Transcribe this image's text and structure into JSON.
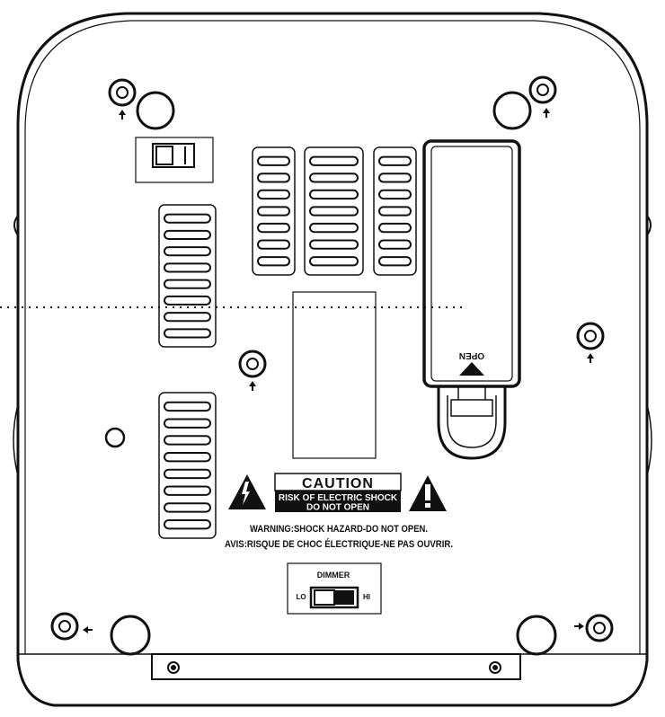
{
  "caution": {
    "title": "CAUTION",
    "line1": "RISK OF ELECTRIC SHOCK",
    "line2": "DO NOT OPEN"
  },
  "warning_en": "WARNING:SHOCK HAZARD-DO NOT OPEN.",
  "warning_fr": "AVIS:RISQUE DE CHOC ÉLECTRIQUE-NE PAS OUVRIR.",
  "dimmer": {
    "label": "DIMMER",
    "low": "LO",
    "high": "HI"
  },
  "battery_door": {
    "open_label": "OPEN"
  },
  "icons": [
    "shock-hazard-icon",
    "exclamation-warning-icon",
    "arrow-up-icon",
    "arrow-left-icon",
    "arrow-right-icon"
  ]
}
